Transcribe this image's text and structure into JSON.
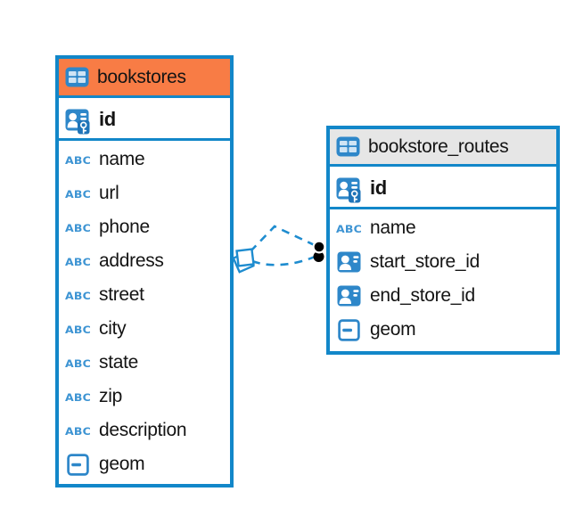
{
  "colors": {
    "table_border": "#1287c9",
    "icon_blue": "#2e87c9",
    "icon_blue_light": "#3d94d3",
    "relation_line": "#1e8ccf",
    "bookstores_header": "#f87c45",
    "routes_header": "#e6e6e6",
    "text": "#141414",
    "endpoint_dot": "#000000",
    "background": "#ffffff"
  },
  "icon_glyphs": {
    "text_type": "ABC"
  },
  "diagram": {
    "tables": [
      {
        "name": "bookstores",
        "header_color": "#f87c45",
        "icon": "table-icon",
        "columns": [
          {
            "name": "id",
            "type_icon": "primary-key-icon",
            "primary": true
          },
          {
            "name": "name",
            "type_icon": "text-icon"
          },
          {
            "name": "url",
            "type_icon": "text-icon"
          },
          {
            "name": "phone",
            "type_icon": "text-icon"
          },
          {
            "name": "address",
            "type_icon": "text-icon"
          },
          {
            "name": "street",
            "type_icon": "text-icon"
          },
          {
            "name": "city",
            "type_icon": "text-icon"
          },
          {
            "name": "state",
            "type_icon": "text-icon"
          },
          {
            "name": "zip",
            "type_icon": "text-icon"
          },
          {
            "name": "description",
            "type_icon": "text-icon"
          },
          {
            "name": "geom",
            "type_icon": "geometry-icon"
          }
        ]
      },
      {
        "name": "bookstore_routes",
        "header_color": "#e6e6e6",
        "icon": "table-icon",
        "columns": [
          {
            "name": "id",
            "type_icon": "primary-key-icon",
            "primary": true
          },
          {
            "name": "name",
            "type_icon": "text-icon"
          },
          {
            "name": "start_store_id",
            "type_icon": "foreign-key-icon"
          },
          {
            "name": "end_store_id",
            "type_icon": "foreign-key-icon"
          },
          {
            "name": "geom",
            "type_icon": "geometry-icon"
          }
        ]
      }
    ],
    "relationships": [
      {
        "between": [
          "bookstore_routes",
          "bookstores"
        ],
        "line_style": "dashed",
        "source_marker": "dot",
        "target_marker": "diamond"
      },
      {
        "between": [
          "bookstore_routes",
          "bookstores"
        ],
        "line_style": "dashed",
        "source_marker": "dot",
        "target_marker": "diamond"
      }
    ]
  }
}
